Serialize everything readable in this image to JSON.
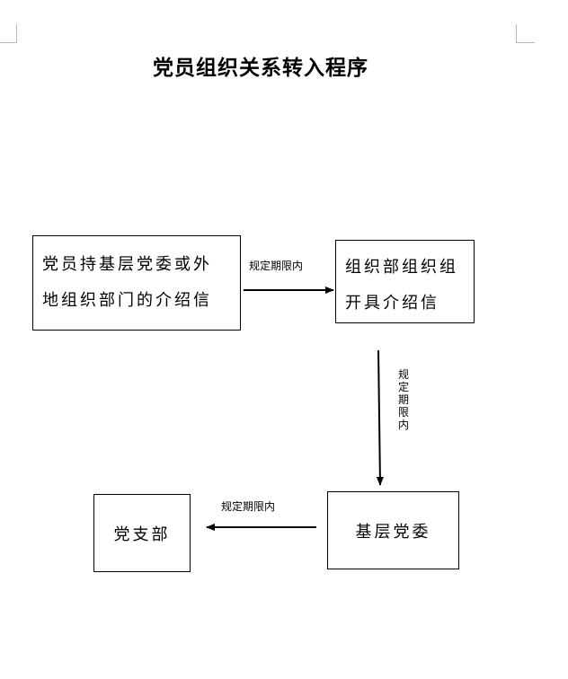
{
  "title": "党员组织关系转入程序",
  "boxes": {
    "start": {
      "lines": [
        "党员持基层党委或外",
        "地组织部门的介绍信"
      ]
    },
    "org_dept": {
      "lines": [
        "组织部组织组",
        "开具介绍信"
      ]
    },
    "grassroots": {
      "text": "基层党委"
    },
    "branch": {
      "text": "党支部"
    }
  },
  "arrows": {
    "to_org_dept": "规定期限内",
    "to_grassroots": "规定期限内",
    "to_branch": "规定期限内"
  }
}
